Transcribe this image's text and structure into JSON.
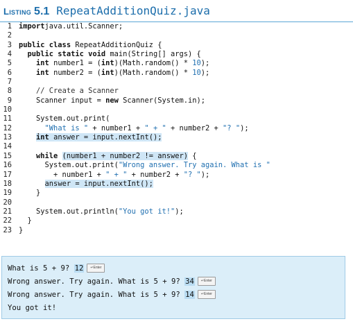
{
  "listing": {
    "label": "Listing",
    "number": "5.1",
    "filename": "RepeatAdditionQuiz.java"
  },
  "code_lines": [
    {
      "n": "1",
      "segs": [
        [
          "kw",
          "import"
        ],
        [
          "",
          "java.util.Scanner;"
        ]
      ]
    },
    {
      "n": "2",
      "segs": []
    },
    {
      "n": "3",
      "segs": [
        [
          "kw",
          "public class"
        ],
        [
          "",
          " RepeatAdditionQuiz {"
        ]
      ]
    },
    {
      "n": "4",
      "segs": [
        [
          "",
          "  "
        ],
        [
          "kw",
          "public static void"
        ],
        [
          "",
          " main(String[] args) {"
        ]
      ]
    },
    {
      "n": "5",
      "segs": [
        [
          "",
          "    "
        ],
        [
          "kw",
          "int"
        ],
        [
          "",
          " number1 = ("
        ],
        [
          "kw",
          "int"
        ],
        [
          "",
          ")(Math.random() * "
        ],
        [
          "str",
          "10"
        ],
        [
          "",
          ");"
        ]
      ]
    },
    {
      "n": "6",
      "segs": [
        [
          "",
          "    "
        ],
        [
          "kw",
          "int"
        ],
        [
          "",
          " number2 = ("
        ],
        [
          "kw",
          "int"
        ],
        [
          "",
          ")(Math.random() * "
        ],
        [
          "str",
          "10"
        ],
        [
          "",
          ");"
        ]
      ]
    },
    {
      "n": "7",
      "segs": []
    },
    {
      "n": "8",
      "segs": [
        [
          "",
          "    "
        ],
        [
          "cm",
          "// Create a Scanner"
        ]
      ]
    },
    {
      "n": "9",
      "segs": [
        [
          "",
          "    Scanner input = "
        ],
        [
          "kw",
          "new"
        ],
        [
          "",
          " Scanner(System.in);"
        ]
      ]
    },
    {
      "n": "10",
      "segs": []
    },
    {
      "n": "11",
      "segs": [
        [
          "",
          "    System.out.print("
        ]
      ]
    },
    {
      "n": "12",
      "segs": [
        [
          "",
          "      "
        ],
        [
          "str",
          "\"What is \""
        ],
        [
          "",
          " + number1 + "
        ],
        [
          "str",
          "\" + \""
        ],
        [
          "",
          " + number2 + "
        ],
        [
          "str",
          "\"? \""
        ],
        [
          "",
          ");"
        ]
      ]
    },
    {
      "n": "13",
      "segs": [
        [
          "",
          "    "
        ],
        [
          "hl kw",
          "int"
        ],
        [
          "hl",
          " answer = input.nextInt();"
        ]
      ]
    },
    {
      "n": "14",
      "segs": []
    },
    {
      "n": "15",
      "segs": [
        [
          "",
          "    "
        ],
        [
          "kw",
          "while"
        ],
        [
          "",
          " "
        ],
        [
          "hl",
          "(number1 + number2 != answer)"
        ],
        [
          "",
          " {"
        ]
      ]
    },
    {
      "n": "16",
      "segs": [
        [
          "",
          "      System.out.print("
        ],
        [
          "str",
          "\"Wrong answer. Try again. What is \""
        ]
      ]
    },
    {
      "n": "17",
      "segs": [
        [
          "",
          "        + number1 + "
        ],
        [
          "str",
          "\" + \""
        ],
        [
          "",
          " + number2 + "
        ],
        [
          "str",
          "\"? \""
        ],
        [
          "",
          ");"
        ]
      ]
    },
    {
      "n": "18",
      "segs": [
        [
          "",
          "      "
        ],
        [
          "hl",
          "answer = input.nextInt();"
        ]
      ]
    },
    {
      "n": "19",
      "segs": [
        [
          "",
          "    }"
        ]
      ]
    },
    {
      "n": "20",
      "segs": []
    },
    {
      "n": "21",
      "segs": [
        [
          "",
          "    System.out.println("
        ],
        [
          "str",
          "\"You got it!\""
        ],
        [
          "",
          ");"
        ]
      ]
    },
    {
      "n": "22",
      "segs": [
        [
          "",
          "  }"
        ]
      ]
    },
    {
      "n": "23",
      "segs": [
        [
          "",
          "}"
        ]
      ]
    }
  ],
  "console": {
    "line1_text": "What is 5 + 9? ",
    "line1_input": "12",
    "line2_text": "Wrong answer. Try again. What is 5 + 9? ",
    "line2_input": "34",
    "line3_text": "Wrong answer. Try again. What is 5 + 9? ",
    "line3_input": "14",
    "line4_text": "You got it!",
    "enter_key_label": "↵Enter"
  }
}
